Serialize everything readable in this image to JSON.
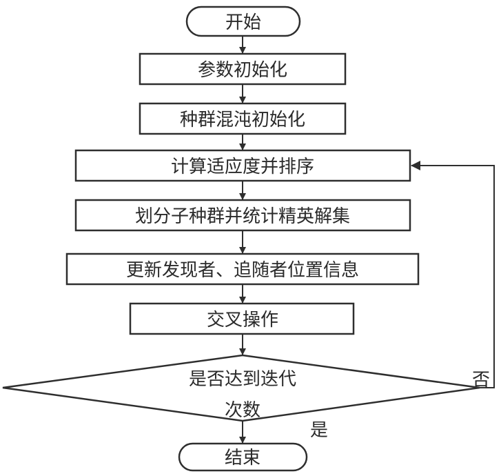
{
  "diagram": {
    "type": "flowchart",
    "nodes": [
      {
        "id": "start",
        "shape": "terminal",
        "label": "开始"
      },
      {
        "id": "init_params",
        "shape": "process",
        "label": "参数初始化"
      },
      {
        "id": "chaos_init",
        "shape": "process",
        "label": "种群混沌初始化"
      },
      {
        "id": "fitness_sort",
        "shape": "process",
        "label": "计算适应度并排序"
      },
      {
        "id": "split_elite",
        "shape": "process",
        "label": "划分子种群并统计精英解集"
      },
      {
        "id": "update_pos",
        "shape": "process",
        "label": "更新发现者、追随者位置信息"
      },
      {
        "id": "crossover",
        "shape": "process",
        "label": "交叉操作"
      },
      {
        "id": "check_iter",
        "shape": "decision",
        "label_line1": "是否达到迭代",
        "label_line2": "次数"
      },
      {
        "id": "end",
        "shape": "terminal",
        "label": "结束"
      }
    ],
    "edges": [
      {
        "from": "start",
        "to": "init_params",
        "label": ""
      },
      {
        "from": "init_params",
        "to": "chaos_init",
        "label": ""
      },
      {
        "from": "chaos_init",
        "to": "fitness_sort",
        "label": ""
      },
      {
        "from": "fitness_sort",
        "to": "split_elite",
        "label": ""
      },
      {
        "from": "split_elite",
        "to": "update_pos",
        "label": ""
      },
      {
        "from": "update_pos",
        "to": "crossover",
        "label": ""
      },
      {
        "from": "crossover",
        "to": "check_iter",
        "label": ""
      },
      {
        "from": "check_iter",
        "to": "end",
        "label": "是"
      },
      {
        "from": "check_iter",
        "to": "fitness_sort",
        "label": "否"
      }
    ],
    "edge_labels": {
      "yes": "是",
      "no": "否"
    },
    "colors": {
      "stroke": "#2e2e2e",
      "text": "#2a2a2a",
      "background": "#ffffff"
    }
  }
}
